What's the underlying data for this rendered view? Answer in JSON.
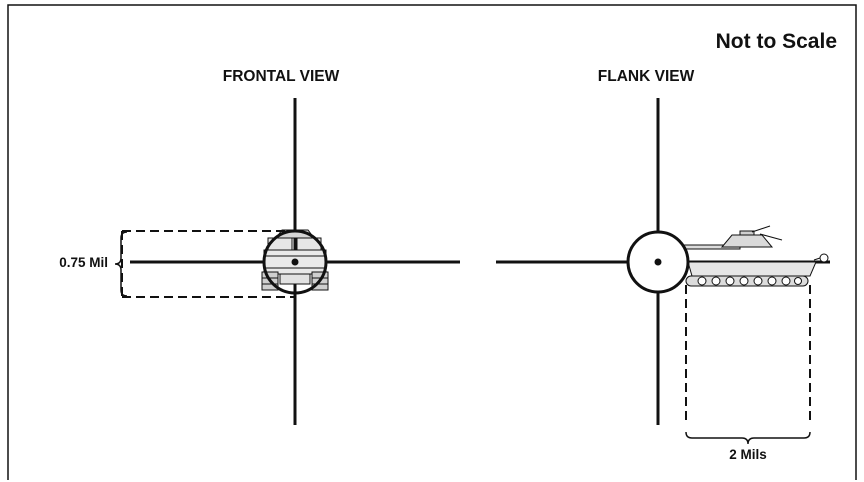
{
  "diagram": {
    "scale_note": "Not to Scale",
    "frontal_view_title": "FRONTAL VIEW",
    "flank_view_title": "FLANK VIEW",
    "frontal_dimension_label": "0.75 Mil",
    "flank_dimension_label": "2 Mils"
  },
  "colors": {
    "line": "#111111",
    "background": "#ffffff",
    "tank_fill": "#dddddd"
  },
  "icons": [
    "tank-front-icon",
    "tank-side-icon"
  ]
}
